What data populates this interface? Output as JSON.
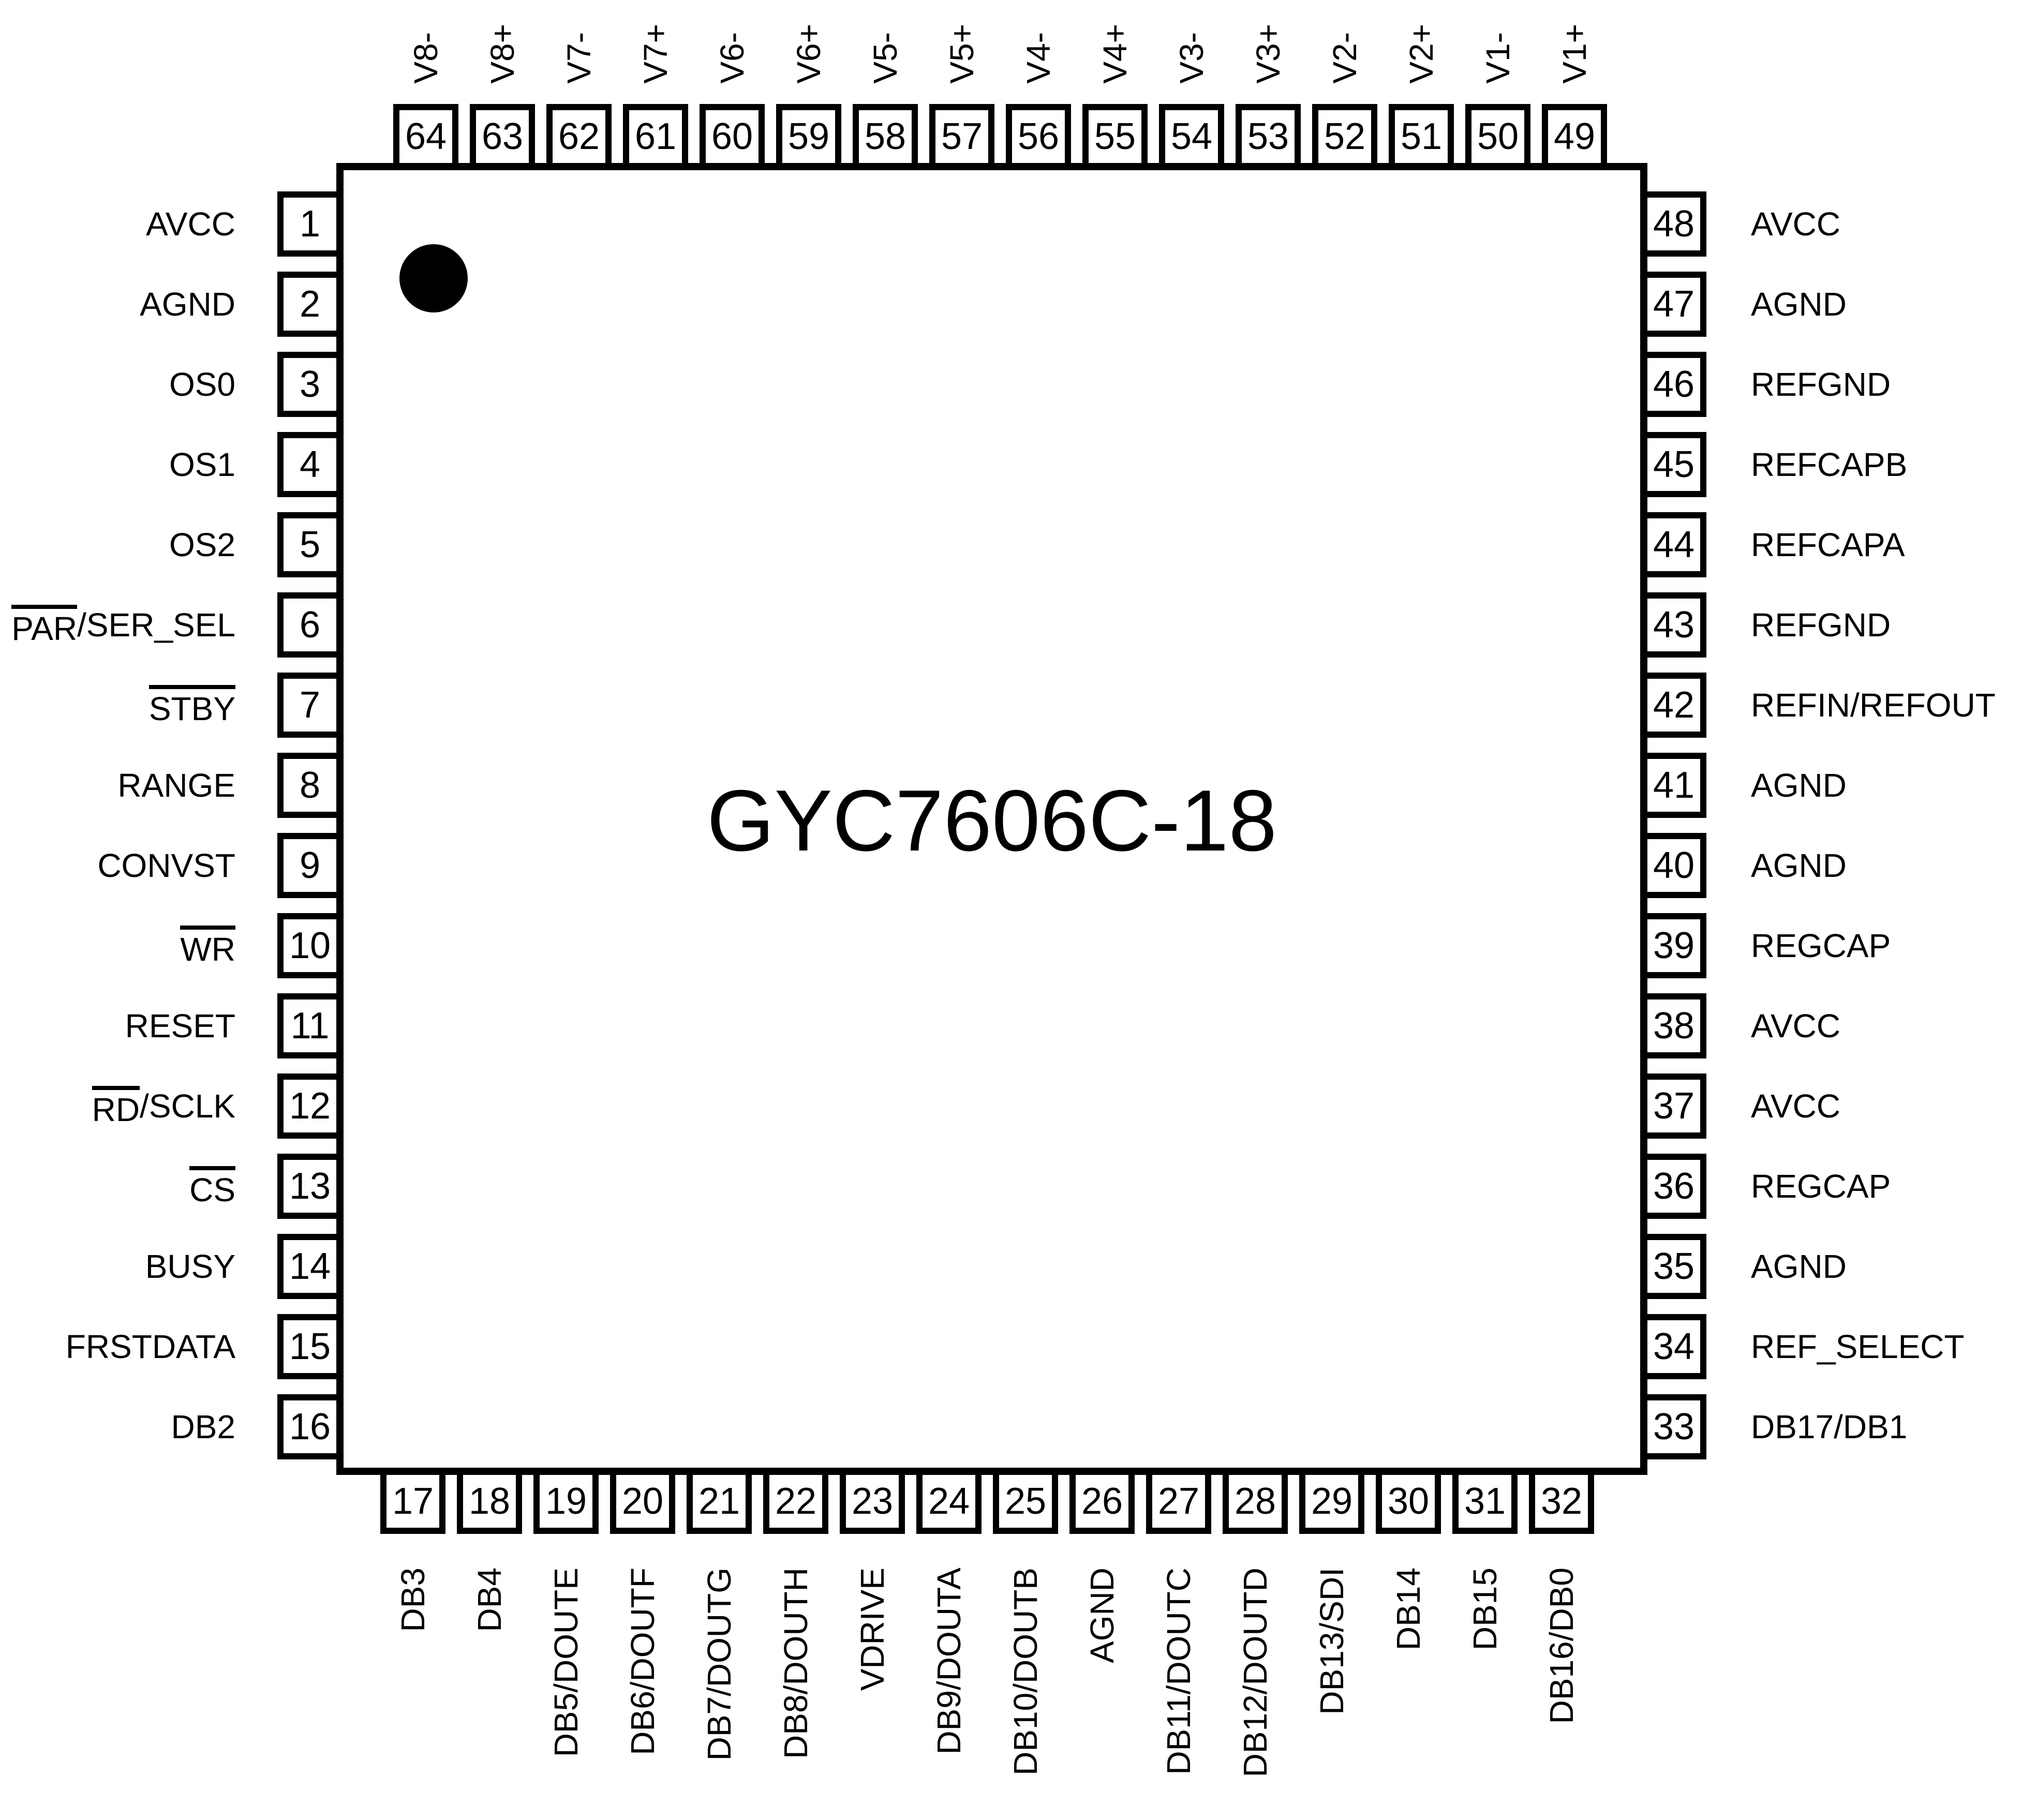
{
  "chip": {
    "title": "GYC7606C-18",
    "pin1_marker": "filled-circle",
    "colors": {
      "line": "#000000",
      "background": "#ffffff",
      "text": "#000000"
    },
    "sides": {
      "left": [
        {
          "pin": 1,
          "label": "AVCC"
        },
        {
          "pin": 2,
          "label": "AGND"
        },
        {
          "pin": 3,
          "label": "OS0"
        },
        {
          "pin": 4,
          "label": "OS1"
        },
        {
          "pin": 5,
          "label": "OS2"
        },
        {
          "pin": 6,
          "label": "PAR/SER_SEL",
          "overline": "PAR"
        },
        {
          "pin": 7,
          "label": "STBY",
          "overline": "STBY"
        },
        {
          "pin": 8,
          "label": "RANGE"
        },
        {
          "pin": 9,
          "label": "CONVST"
        },
        {
          "pin": 10,
          "label": "WR",
          "overline": "WR"
        },
        {
          "pin": 11,
          "label": "RESET"
        },
        {
          "pin": 12,
          "label": "RD/SCLK",
          "overline": "RD"
        },
        {
          "pin": 13,
          "label": "CS",
          "overline": "CS"
        },
        {
          "pin": 14,
          "label": "BUSY"
        },
        {
          "pin": 15,
          "label": "FRSTDATA"
        },
        {
          "pin": 16,
          "label": "DB2"
        }
      ],
      "right": [
        {
          "pin": 48,
          "label": "AVCC"
        },
        {
          "pin": 47,
          "label": "AGND"
        },
        {
          "pin": 46,
          "label": "REFGND"
        },
        {
          "pin": 45,
          "label": "REFCAPB"
        },
        {
          "pin": 44,
          "label": "REFCAPA"
        },
        {
          "pin": 43,
          "label": "REFGND"
        },
        {
          "pin": 42,
          "label": "REFIN/REFOUT"
        },
        {
          "pin": 41,
          "label": "AGND"
        },
        {
          "pin": 40,
          "label": "AGND"
        },
        {
          "pin": 39,
          "label": "REGCAP"
        },
        {
          "pin": 38,
          "label": "AVCC"
        },
        {
          "pin": 37,
          "label": "AVCC"
        },
        {
          "pin": 36,
          "label": "REGCAP"
        },
        {
          "pin": 35,
          "label": "AGND"
        },
        {
          "pin": 34,
          "label": "REF_SELECT"
        },
        {
          "pin": 33,
          "label": "DB17/DB1"
        }
      ],
      "top": [
        {
          "pin": 64,
          "label": "V8-"
        },
        {
          "pin": 63,
          "label": "V8+"
        },
        {
          "pin": 62,
          "label": "V7-"
        },
        {
          "pin": 61,
          "label": "V7+"
        },
        {
          "pin": 60,
          "label": "V6-"
        },
        {
          "pin": 59,
          "label": "V6+"
        },
        {
          "pin": 58,
          "label": "V5-"
        },
        {
          "pin": 57,
          "label": "V5+"
        },
        {
          "pin": 56,
          "label": "V4-"
        },
        {
          "pin": 55,
          "label": "V4+"
        },
        {
          "pin": 54,
          "label": "V3-"
        },
        {
          "pin": 53,
          "label": "V3+"
        },
        {
          "pin": 52,
          "label": "V2-"
        },
        {
          "pin": 51,
          "label": "V2+"
        },
        {
          "pin": 50,
          "label": "V1-"
        },
        {
          "pin": 49,
          "label": "V1+"
        }
      ],
      "bottom": [
        {
          "pin": 17,
          "label": "DB3"
        },
        {
          "pin": 18,
          "label": "DB4"
        },
        {
          "pin": 19,
          "label": "DB5/DOUTE"
        },
        {
          "pin": 20,
          "label": "DB6/DOUTF"
        },
        {
          "pin": 21,
          "label": "DB7/DOUTG"
        },
        {
          "pin": 22,
          "label": "DB8/DOUTH"
        },
        {
          "pin": 23,
          "label": "VDRIVE"
        },
        {
          "pin": 24,
          "label": "DB9/DOUTA"
        },
        {
          "pin": 25,
          "label": "DB10/DOUTB"
        },
        {
          "pin": 26,
          "label": "AGND"
        },
        {
          "pin": 27,
          "label": "DB11/DOUTC"
        },
        {
          "pin": 28,
          "label": "DB12/DOUTD"
        },
        {
          "pin": 29,
          "label": "DB13/SDI"
        },
        {
          "pin": 30,
          "label": "DB14"
        },
        {
          "pin": 31,
          "label": "DB15"
        },
        {
          "pin": 32,
          "label": "DB16/DB0"
        }
      ]
    }
  }
}
